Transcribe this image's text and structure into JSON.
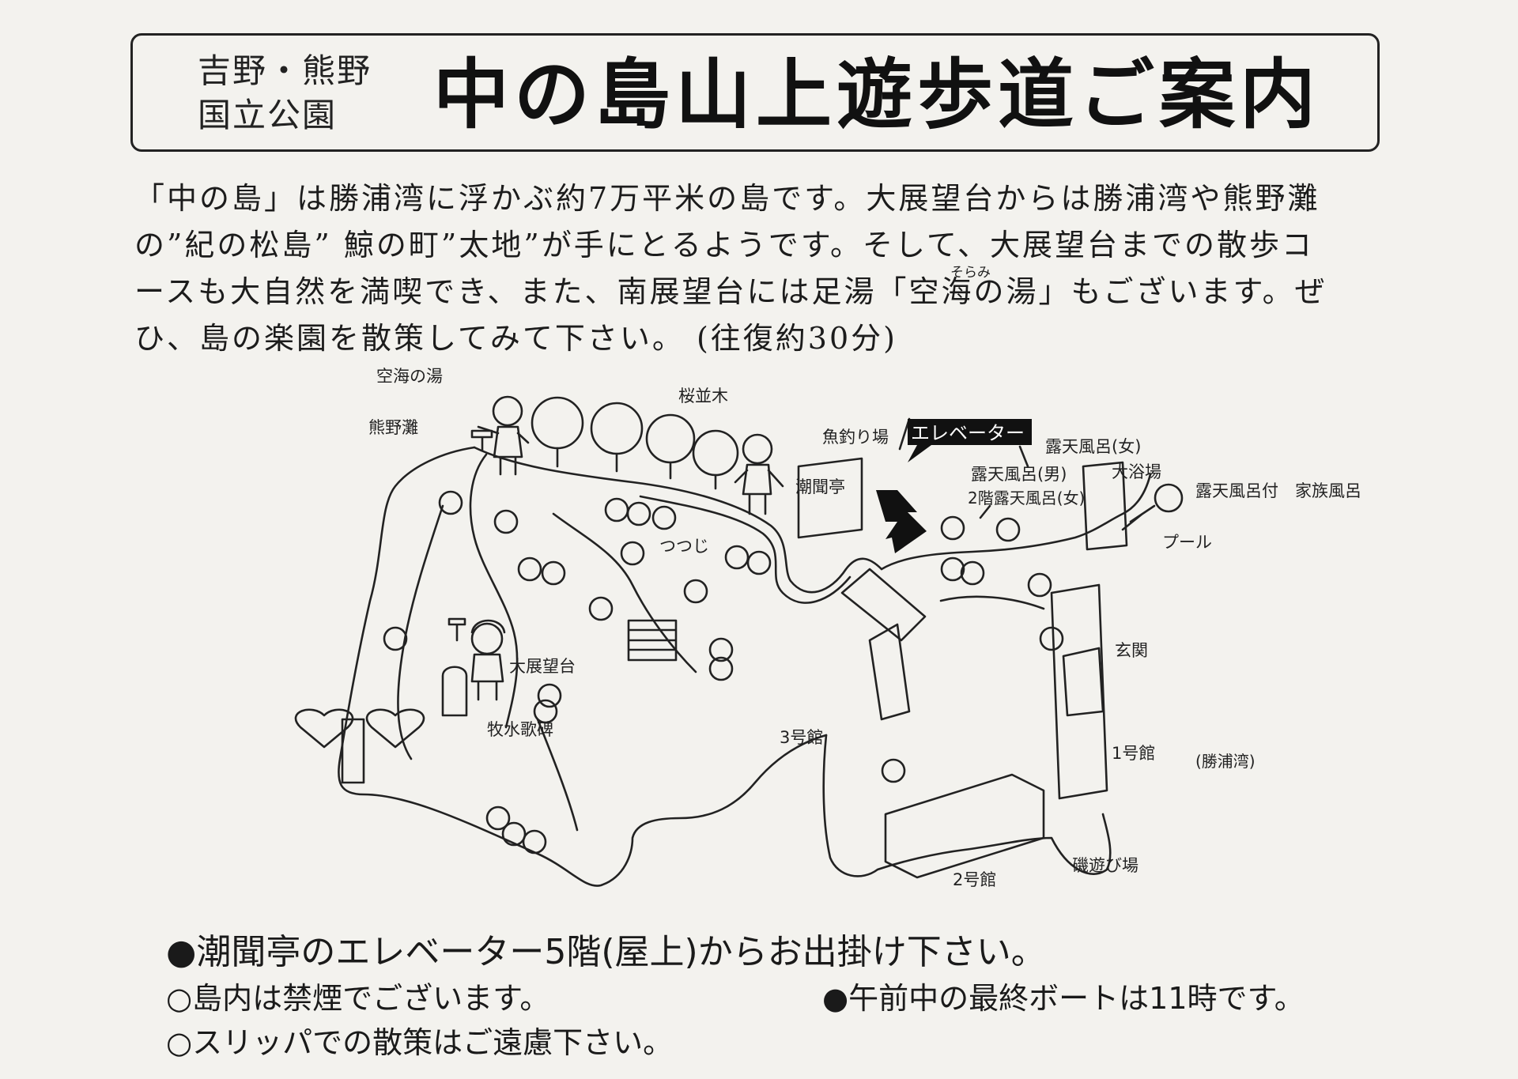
{
  "header": {
    "park_line1": "吉野・熊野",
    "park_line2": "国立公園",
    "title": "中の島山上遊歩道ご案内"
  },
  "intro": {
    "line1": "「中の島」は勝浦湾に浮かぶ約7万平米の島です。大展望台からは勝浦湾や熊野灘",
    "line2": "の”紀の松島” 鯨の町”太地”が手にとるようです。そして、大展望台までの散歩コ",
    "line3": "ースも大自然を満喫でき、また、南展望台には足湯「空海の湯」もございます。ぜ",
    "line4": "ひ、島の楽園を散策してみて下さい。 (往復約30分)",
    "ruby": "そらみ"
  },
  "map": {
    "labels": {
      "kuukai_yu": "空海の湯",
      "kumano_nada": "熊野灘",
      "sakura": "桜並木",
      "tsutsuji": "つつじ",
      "uotsuri": "魚釣り場",
      "elevator": "エレベーター",
      "chobuntei": "潮聞亭",
      "roten_women": "露天風呂(女)",
      "roten_men": "露天風呂(男)",
      "daiyokujo": "大浴場",
      "roten_2f_women": "2階露天風呂(女)",
      "roten_family": "露天風呂付　家族風呂",
      "pool": "プール",
      "genkan": "玄関",
      "dai_tenbodai": "大展望台",
      "bokusui": "牧水歌碑",
      "kan3": "3号館",
      "kan1": "1号館",
      "katsuura_bay": "(勝浦湾)",
      "kan2": "2号館",
      "iso": "磯遊び場"
    }
  },
  "notes": {
    "main": "●潮聞亭のエレベーター5階(屋上)からお出掛け下さい。",
    "smoking": "○島内は禁煙でございます。",
    "slippers": "○スリッパでの散策はご遠慮下さい。",
    "boat": "●午前中の最終ボートは11時です。"
  }
}
